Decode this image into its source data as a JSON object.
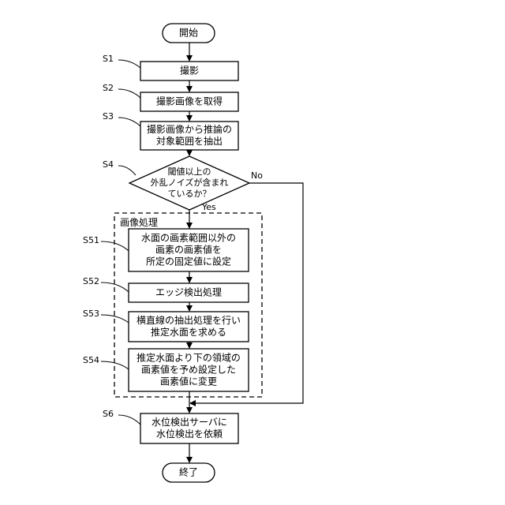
{
  "flowchart": {
    "start": "開始",
    "end": "終了",
    "group_title": "画像処理",
    "steps": [
      {
        "id": "S1",
        "lines": [
          "撮影"
        ]
      },
      {
        "id": "S2",
        "lines": [
          "撮影画像を取得"
        ]
      },
      {
        "id": "S3",
        "lines": [
          "撮影画像から推論の",
          "対象範囲を抽出"
        ]
      },
      {
        "id": "S4",
        "lines": [
          "閾値以上の",
          "外乱ノイズが含まれ",
          "ているか？"
        ]
      },
      {
        "id": "S51",
        "lines": [
          "水面の画素範囲以外の",
          "画素の画素値を",
          "所定の固定値に設定"
        ]
      },
      {
        "id": "S52",
        "lines": [
          "エッジ検出処理"
        ]
      },
      {
        "id": "S53",
        "lines": [
          "横直線の抽出処理を行い",
          "推定水面を求める"
        ]
      },
      {
        "id": "S54",
        "lines": [
          "推定水面より下の領域の",
          "画素値を予め設定した",
          "画素値に変更"
        ]
      },
      {
        "id": "S6",
        "lines": [
          "水位検出サーバに",
          "水位検出を依頼"
        ]
      }
    ],
    "branch": {
      "yes": "Yes",
      "no": "No"
    }
  }
}
